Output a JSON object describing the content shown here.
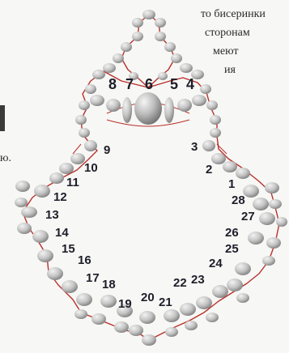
{
  "text_fragments": {
    "line1": "то бисеринки",
    "line2": "сторонам",
    "line3": "меют",
    "line4": "ия",
    "line5": "ю."
  },
  "bead_labels": [
    "8",
    "7",
    "6",
    "5",
    "4",
    "9",
    "3",
    "10",
    "2",
    "11",
    "1",
    "12",
    "28",
    "13",
    "27",
    "14",
    "26",
    "15",
    "25",
    "16",
    "24",
    "17",
    "18",
    "23",
    "22",
    "19",
    "20",
    "21"
  ],
  "colors": {
    "thread": "#b8302a",
    "bead_fill": "#c9c9c9",
    "bead_dark": "#8e8e8e",
    "label": "#1e1e2a"
  }
}
